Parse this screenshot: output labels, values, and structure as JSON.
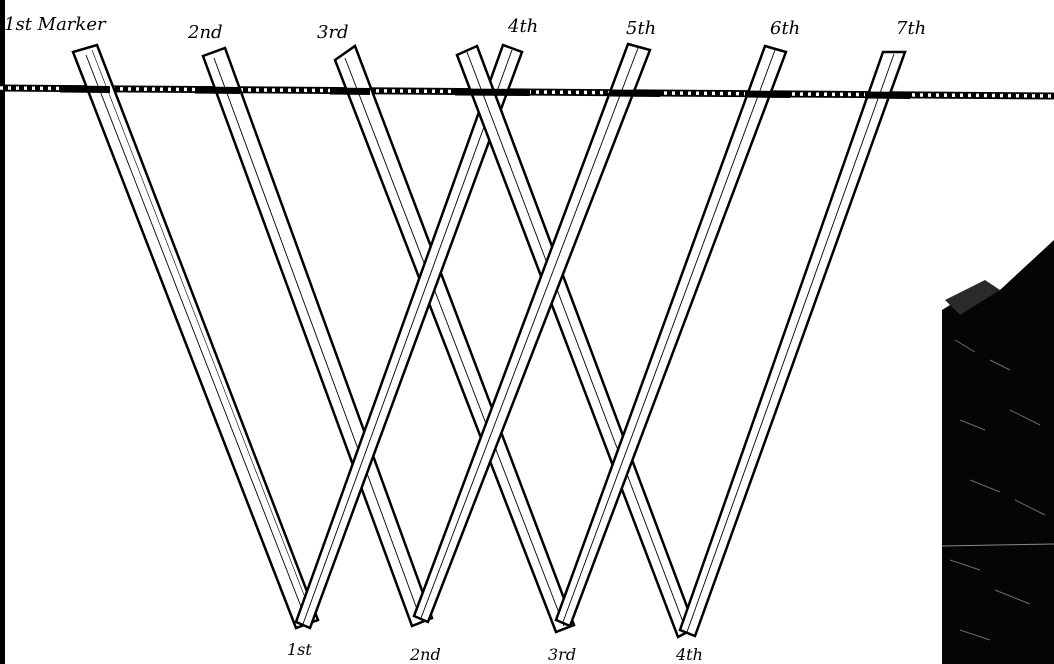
{
  "diagram": {
    "top_labels": [
      "1st Marker",
      "2nd",
      "3rd",
      "4th",
      "5th",
      "6th",
      "7th"
    ],
    "bottom_labels": [
      "1st",
      "2nd",
      "3rd",
      "4th"
    ]
  },
  "colors": {
    "ink": "#000000",
    "paper": "#ffffff"
  }
}
